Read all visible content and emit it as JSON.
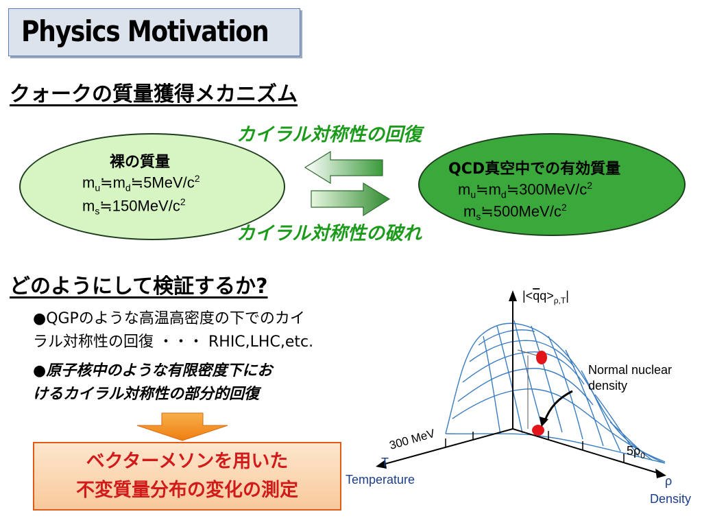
{
  "title": "Physics Motivation",
  "heading1": "クォークの質量獲得メカニズム",
  "chiral_restore": "カイラル対称性の回復",
  "chiral_break": "カイラル対称性の破れ",
  "bare_mass": {
    "title": "裸の質量",
    "line1_m": "m",
    "line1_u": "u",
    "line1_mid": "≒m",
    "line1_d": "d",
    "line1_val": "≒5MeV/c",
    "line1_sup": "2",
    "line2_m": "m",
    "line2_s": "s",
    "line2_val": "≒150MeV/c",
    "line2_sup": "2"
  },
  "qcd_mass": {
    "title": "QCD真空中での有効質量",
    "line1_m": "m",
    "line1_u": "u",
    "line1_mid": "≒m",
    "line1_d": "d",
    "line1_val": "≒300MeV/c",
    "line1_sup": "2",
    "line2_m": "m",
    "line2_s": "s",
    "line2_val": "≒500MeV/c",
    "line2_sup": "2"
  },
  "heading2": "どのようにして検証するか?",
  "bullet1_line1": "●QGPのような高温高密度の下でのカイ",
  "bullet1_line2": "ラル対称性の回復 ・・・ RHIC,LHC,etc.",
  "bullet2_line1": "●原子核中のような有限密度下にお",
  "bullet2_line2": "けるカイラル対称性の部分的回復",
  "result_line1": "ベクターメソンを用いた",
  "result_line2": "不変質量分布の変化の測定",
  "plot": {
    "zlabel_pre": "|<",
    "zlabel_q": "q",
    "zlabel_mid": "q>",
    "zlabel_sub": "ρ,T",
    "zlabel_post": "|",
    "normal_line1": "Normal nuclear",
    "normal_line2": "density",
    "temp_tick": "300 MeV",
    "temp_axis": "T",
    "temp_label": "Temperature",
    "dens_tick": "5ρ",
    "dens_tick_sub": "0",
    "dens_axis": "ρ",
    "dens_label": "Density"
  },
  "colors": {
    "chiral_green": "#1b9a1b",
    "bare_fill": "#d6f5c2",
    "qcd_fill": "#3aa83a",
    "mesh_blue": "#3a7cc0",
    "result_red": "#d11a1a",
    "orange_arrow": "#f08a1a"
  }
}
